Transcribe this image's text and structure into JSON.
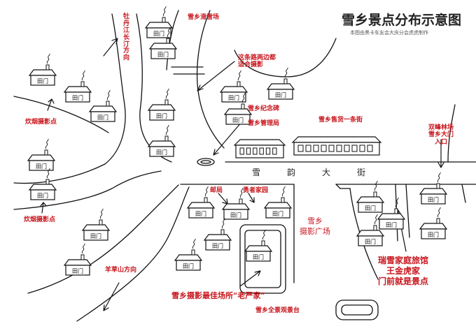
{
  "title": "雪乡景点分布示意图",
  "subtitle": "本图由黑卡车友会大庆分会虎虎制作",
  "labels": {
    "mudanjiang": "牡丹江长汀方向",
    "ski": "雪乡滑雪场",
    "bridge_photo": "这条路两边都适合摄影",
    "monument": "雪乡纪念碑",
    "admin": "雪乡管理局",
    "shopping_street": "雪乡售货一条街",
    "twin_peaks": "双峰林场雪乡大门入口",
    "smoke_top": "炊烟摄影点",
    "smoke_bottom": "炊烟摄影点",
    "post_office": "邮局",
    "brave_home": "勇者家园",
    "yangcao": "羊草山方向",
    "lao_yan": "雪乡摄影最佳场所“老严家”",
    "panorama": "雪乡全景观景台"
  },
  "street_chars": [
    "雪",
    "韵",
    "大",
    "街"
  ],
  "plaza_lines": [
    "雪乡",
    "摄影广场"
  ],
  "big_note_lines": [
    "瑞雪家庭旅馆",
    "王金虎家",
    "门前就是景点"
  ],
  "house_sign": "田门",
  "colors": {
    "accent": "#c8161d",
    "ink": "#111111"
  }
}
